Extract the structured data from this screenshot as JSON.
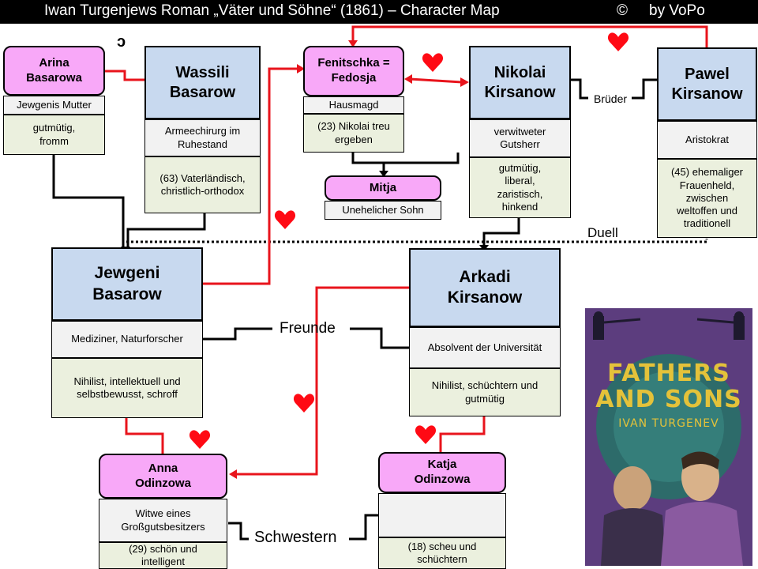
{
  "title": {
    "main": "Iwan Turgenjews Roman „Väter und Söhne“ (1861)   – Character Map",
    "copyright": "©",
    "author": "by VoPo"
  },
  "marker": "ↄ",
  "characters": {
    "arina": {
      "name": "Arina\nBasarowa",
      "role": "Jewgenis Mutter",
      "traits": "gutmütig,\nfromm"
    },
    "wassili": {
      "name": "Wassili\nBasarow",
      "role": "Armeechirurg  im\nRuhestand",
      "traits": "(63) Vaterländisch,\nchristlich-orthodox"
    },
    "fenitschka": {
      "name": "Fenitschka =\nFedosja",
      "role": "Hausmagd",
      "traits": "(23) Nikolai treu\nergeben"
    },
    "mitja": {
      "name": "Mitja",
      "role": "Unehelicher Sohn"
    },
    "nikolai": {
      "name": "Nikolai\nKirsanow",
      "role": "verwitweter\nGutsherr",
      "traits": "gutmütig,\nliberal,\nzaristisch,\nhinkend"
    },
    "pawel": {
      "name": "Pawel\nKirsanow",
      "role": "Aristokrat",
      "traits": "(45) ehemaliger\nFrauenheld,\nzwischen\nweltoffen  und\ntraditionell"
    },
    "jewgeni": {
      "name": "Jewgeni\nBasarow",
      "role": "Mediziner, Naturforscher",
      "traits": "Nihilist, intellektuell und\nselbstbewusst, schroff"
    },
    "arkadi": {
      "name": "Arkadi\nKirsanow",
      "role": "Absolvent der Universität",
      "traits": "Nihilist, schüchtern und\ngutmütig"
    },
    "anna": {
      "name": "Anna\nOdinzowa",
      "role": "Witwe eines\nGroßgutsbesitzers",
      "traits": "(29) schön und\nintelligent"
    },
    "katja": {
      "name": "Katja\nOdinzowa",
      "role": "",
      "traits": "(18) scheu und\nschüchtern"
    }
  },
  "relations": {
    "brothers": "Brüder",
    "duel": "Duell",
    "friends": "Freunde",
    "sisters": "Schwestern"
  },
  "book_cover": {
    "title": "FATHERS\nAND SONS",
    "author": "IVAN TURGENEV"
  },
  "colors": {
    "love_line": "#e8141c",
    "family_line": "#000000",
    "heart": "#ff0a14",
    "header_blue": "#c8d9ef",
    "header_pink": "#f8a8f8",
    "cell_grey": "#f2f2f2",
    "cell_green": "#ebf0de"
  },
  "icons": [
    "heart-icon"
  ]
}
